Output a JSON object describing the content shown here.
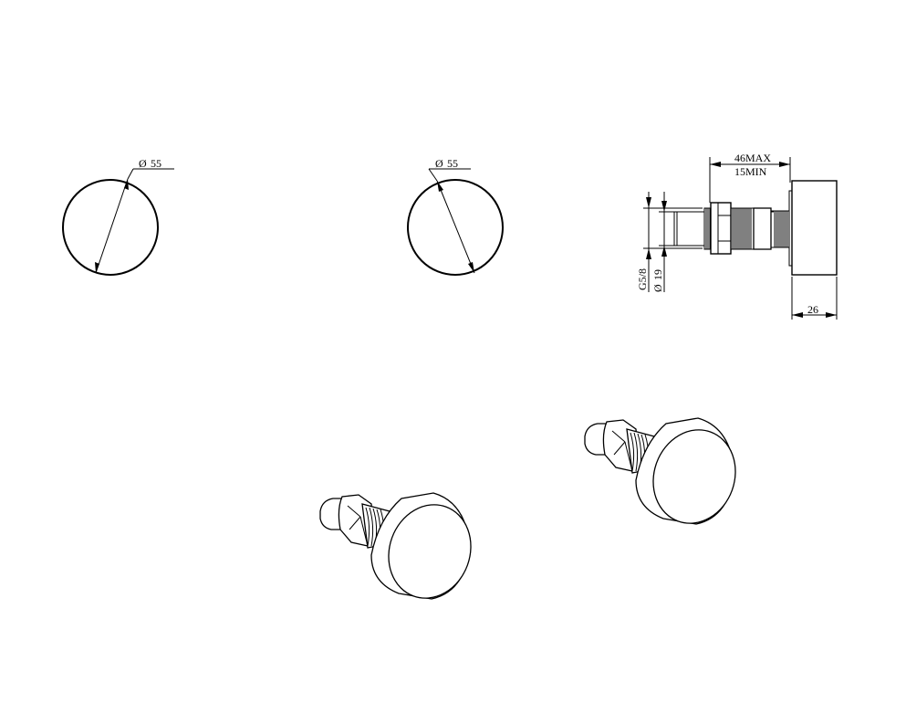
{
  "drawing": {
    "views": [
      {
        "id": "front-view-1",
        "type": "front-circle",
        "diameter_label": "Ø 55",
        "symbol": "Ø",
        "value": "55"
      },
      {
        "id": "front-view-2",
        "type": "front-circle",
        "diameter_label": "Ø 55",
        "symbol": "Ø",
        "value": "55"
      },
      {
        "id": "side-view",
        "type": "side-elevation",
        "dimensions": {
          "length_max": "46MAX",
          "length_min": "15MIN",
          "thread": "G5/8",
          "pipe_diameter_symbol": "Ø",
          "pipe_diameter": "19",
          "cap_depth": "26"
        }
      },
      {
        "id": "iso-view-1",
        "type": "isometric"
      },
      {
        "id": "iso-view-2",
        "type": "isometric"
      }
    ],
    "colors": {
      "line": "#000000",
      "background": "#ffffff"
    }
  }
}
